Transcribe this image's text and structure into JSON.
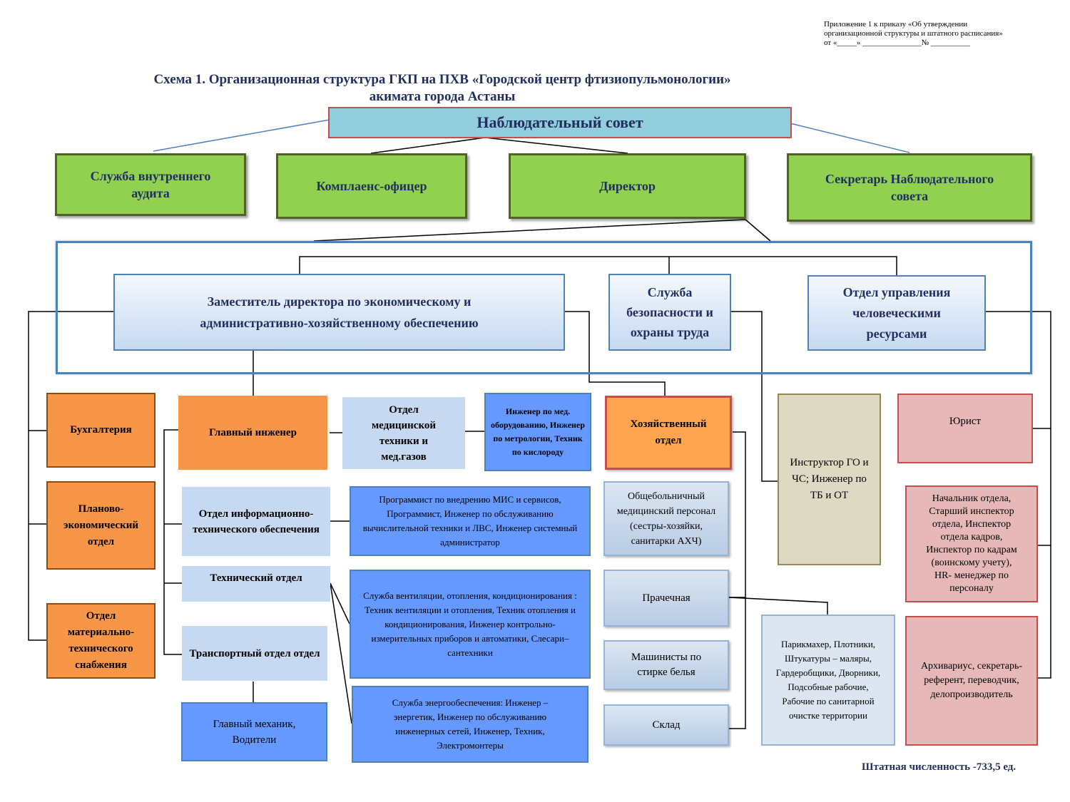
{
  "header": {
    "appendix_note": "Приложение 1 к приказу   «Об утверждении\nорганизационной структуры и штатного расписания»\nот «_____» _______________№ __________",
    "title_line1": "Схема 1. Организационная  структура ГКП  на ПХВ  «Городской центр фтизиопульмонологии»",
    "title_line2": "акимата города  Астаны"
  },
  "level1": {
    "supervisory_board": "Наблюдательный совет"
  },
  "level2": {
    "internal_audit": "Служба внутреннего аудита",
    "compliance": "Комплаенс-офицер",
    "director": "Директор",
    "board_secretary": "Секретарь Наблюдательного совета"
  },
  "level3": {
    "deputy_director": "Заместитель директора по экономическому и административно-хозяйственному обеспечению",
    "safety_service": "Служба безопасности и охраны труда",
    "hr_department": "Отдел управления человеческими ресурсами"
  },
  "finance": {
    "accounting": "Бухгалтерия",
    "planning": "Планово-экономический отдел",
    "supply": "Отдел материально-технического снабжения"
  },
  "engineering": {
    "chief_engineer": "Главный инженер",
    "med_tech_dept": "Отдел медицинской техники и мед.газов",
    "med_tech_staff": "Инженер по мед. оборудованию, Инженер по метрологии, Техник по кислороду",
    "it_dept": "Отдел информационно-технического обеспечения",
    "it_staff": "Программист по внедрению МИС и сервисов, Программист, Инженер по обслуживанию вычислительной техники и ЛВС, Инженер системный администратор",
    "tech_dept": "Технический отдел",
    "ventilation_staff": "Служба вентиляции, отопления, кондиционирования : Техник вентиляции и отопления, Техник отопления и кондиционирования, Инженер контрольно- измерительных приборов и автоматики, Слесари– сантехники",
    "energy_staff": "Служба энергообеспечения: Инженер – энергетик, Инженер по обслуживанию инженерных сетей, Инженер, Техник, Электромонтеры",
    "transport_dept": "Транспортный отдел отдел",
    "transport_staff": "Главный механик, Водители"
  },
  "household": {
    "household_dept": "Хозяйственный отдел",
    "medical_staff": "Общебольничный медицинский персонал (сестры-хозяйки, санитарки АХЧ)",
    "laundry": "Прачечная",
    "laundry_operators": "Машинисты по стирке белья",
    "warehouse": "Склад",
    "workers": "Парикмахер, Плотники, Штукатуры – маляры, Гардеробщики, Дворники, Подсобные рабочие, Рабочие по санитарной очистке территории"
  },
  "safety": {
    "instructor": "Инструктор ГО и ЧС; Инженер по ТБ и ОТ"
  },
  "hr": {
    "lawyer": "Юрист",
    "hr_staff": "Начальник отдела, Старший инспектор отдела, Инспектор отдела кадров, Инспектор по кадрам (воинскому учету), HR- менеджер по персоналу",
    "archive_staff": "Архивариус, секретарь-референт, переводчик, делопроизводитель"
  },
  "footer": {
    "headcount": "Штатная численность -733,5 ед."
  },
  "colors": {
    "board_fill": "#92cddc",
    "green_fill": "#92d050",
    "orange_fill": "#f79646",
    "blue_fill": "#6699ff",
    "pink_fill": "#e6b8b7",
    "beige_fill": "#ddd9c3",
    "frame_border": "#4f81bd"
  }
}
